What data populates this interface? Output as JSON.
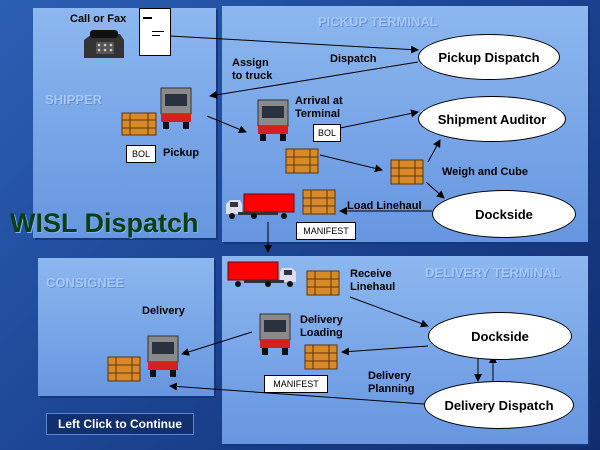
{
  "title": "WISL Dispatch",
  "sections": {
    "shipper": "SHIPPER",
    "pickup_terminal": "PICKUP TERMINAL",
    "consignee": "CONSIGNEE",
    "delivery_terminal": "DELIVERY TERMINAL"
  },
  "nodes": {
    "pickup_dispatch": "Pickup Dispatch",
    "shipment_auditor": "Shipment Auditor",
    "dockside_pickup": "Dockside",
    "dockside_delivery": "Dockside",
    "delivery_dispatch": "Delivery Dispatch"
  },
  "labels": {
    "call_or_fax": "Call or Fax",
    "dispatch": "Dispatch",
    "assign_to_truck_1": "Assign",
    "assign_to_truck_2": "to truck",
    "arrival_1": "Arrival at",
    "arrival_2": "Terminal",
    "pickup": "Pickup",
    "weigh_and_cube": "Weigh and Cube",
    "load_linehaul": "Load Linehaul",
    "receive_linehaul_1": "Receive",
    "receive_linehaul_2": "Linehaul",
    "delivery": "Delivery",
    "delivery_loading_1": "Delivery",
    "delivery_loading_2": "Loading",
    "delivery_planning_1": "Delivery",
    "delivery_planning_2": "Planning"
  },
  "tags": {
    "bol_shipper": "BOL",
    "bol_terminal": "BOL",
    "manifest_pickup": "MANIFEST",
    "manifest_delivery": "MANIFEST"
  },
  "continue_button": "Left Click to Continue",
  "colors": {
    "background": "#1d4796",
    "panel": "#7aa6e8",
    "title": "#0a3f10",
    "trailer_red": "#ff0000"
  }
}
